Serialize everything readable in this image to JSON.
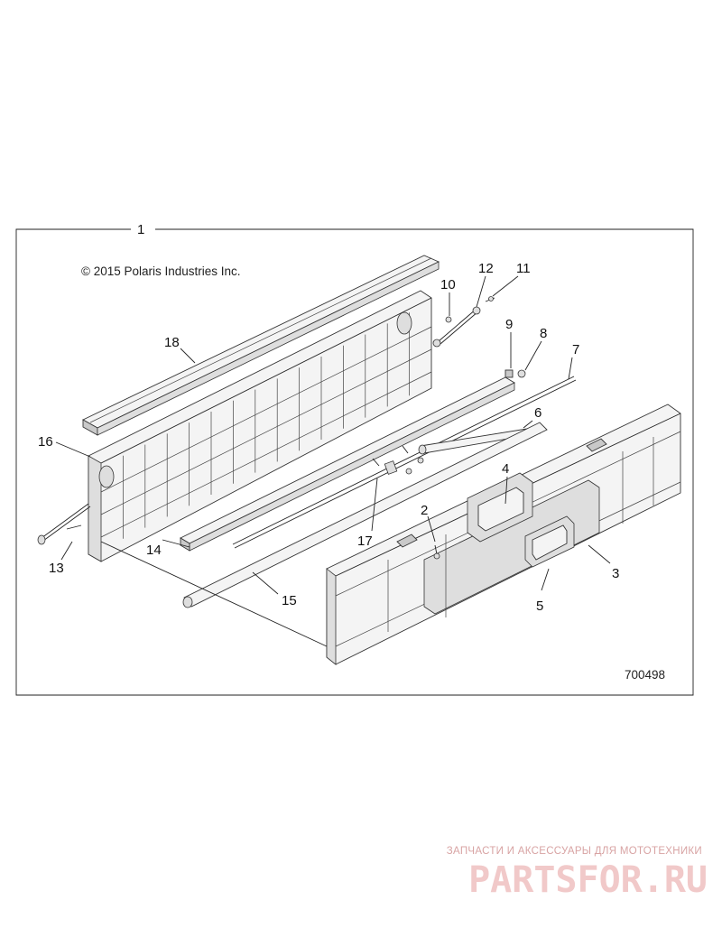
{
  "copyright": "© 2015 Polaris Industries Inc.",
  "figure_number": "700498",
  "callouts": [
    "1",
    "2",
    "3",
    "4",
    "5",
    "6",
    "7",
    "8",
    "9",
    "10",
    "11",
    "12",
    "13",
    "14",
    "15",
    "16",
    "17",
    "18"
  ],
  "watermark": {
    "tagline": "ЗАПЧАСТИ И АКСЕССУАРЫ ДЛЯ МОТОТЕХНИКИ",
    "brand": "PARTSFOR.RU"
  },
  "colors": {
    "line": "#222222",
    "part_fill": "#f4f4f4",
    "watermark": "#f1c9c9"
  }
}
